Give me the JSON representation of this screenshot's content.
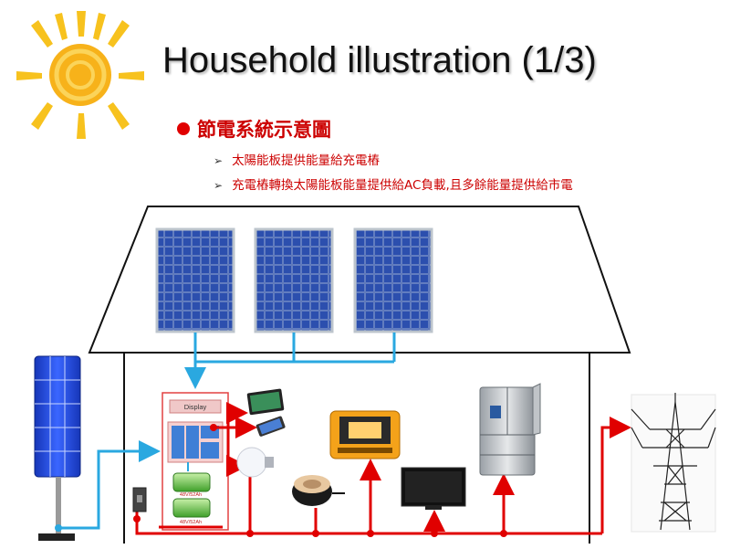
{
  "title": "Household illustration (1/3)",
  "bullet_main": "節電系統示意圖",
  "sub_bullets": [
    "太陽能板提供能量給充電樁",
    "充電樁轉換太陽能板能量提供給AC負載,且多餘能量提供給市電"
  ],
  "device": {
    "display_label": "Display",
    "battery_label_1": "48V/52Ah",
    "battery_label_2": "48V/52Ah"
  },
  "icons": [
    "sun-icon",
    "solar-panel",
    "vertical-solar-tower",
    "charging-station",
    "tablet",
    "smartphone",
    "light-bulb",
    "portable-power-station",
    "induction-cooker",
    "tv",
    "refrigerator",
    "transmission-tower",
    "wall-socket"
  ],
  "colors": {
    "power_line": "#e00000",
    "dc_line": "#2aa8e0",
    "title_text": "#111111",
    "bullet": "#cc0000"
  }
}
